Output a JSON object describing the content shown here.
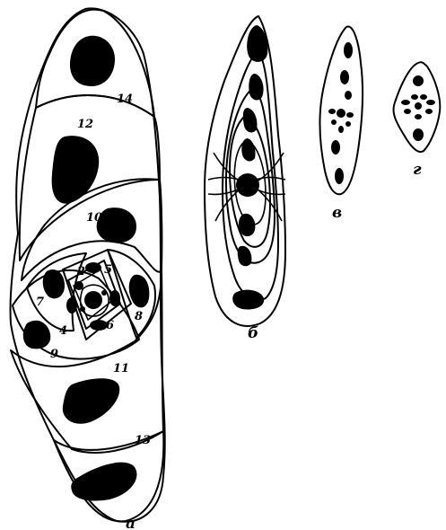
{
  "panels": {
    "a": {
      "label": "а"
    },
    "b": {
      "label": "б"
    },
    "v": {
      "label": "в"
    },
    "g": {
      "label": "г"
    }
  },
  "cell_numbers": [
    "2",
    "4",
    "5",
    "6",
    "7",
    "8",
    "9",
    "10",
    "11",
    "12",
    "13",
    "14"
  ]
}
